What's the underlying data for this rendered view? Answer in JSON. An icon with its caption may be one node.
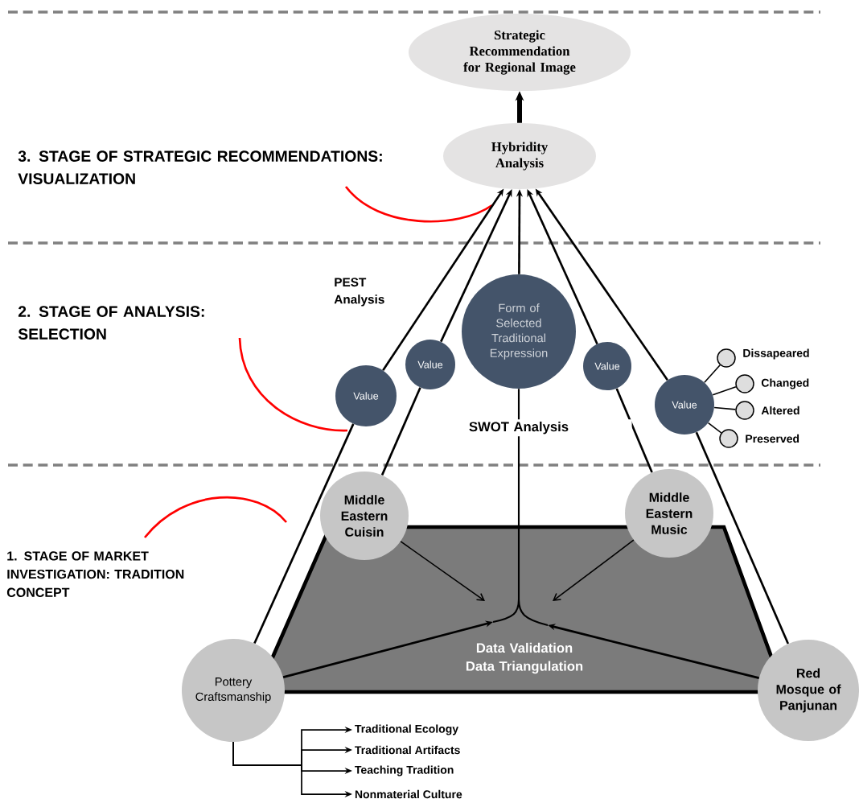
{
  "diagram": {
    "nodes": [
      {
        "text": [
          "Strategic Recommendation for Regional Image"
        ]
      },
      {
        "text": [
          "Hybridity Analysis"
        ]
      },
      {
        "text": [
          "Form of Selected Traditional Expression"
        ]
      },
      {
        "text": [
          "Value"
        ]
      },
      {
        "text": [
          "Value"
        ]
      },
      {
        "text": [
          "Value"
        ]
      },
      {
        "text": [
          "Value"
        ]
      },
      {
        "text": [],
        "shape": "circle",
        "beside": [
          "Dissapeared"
        ]
      },
      {
        "text": [],
        "shape": "circle",
        "beside": [
          "Changed"
        ]
      },
      {
        "text": [],
        "shape": "circle",
        "beside": [
          "Altered"
        ]
      },
      {
        "text": [],
        "shape": "circle",
        "beside": [
          "Preserved"
        ]
      },
      {
        "text": [
          "Data Validation Data Triangulation"
        ]
      },
      {
        "text": [
          "Middle Eastern Cuisin"
        ]
      },
      {
        "text": [
          "Middle Eastern Music"
        ]
      },
      {
        "text": [
          "Pottery Craftsmanship"
        ]
      },
      {
        "text": [
          "Red Mosque of Panjunan"
        ]
      },
      {
        "text": [
          "Traditional Ecology"
        ]
      },
      {
        "text": [
          "Traditional Artifacts"
        ]
      },
      {
        "text": [
          "Teaching Tradition"
        ]
      },
      {
        "text": [
          "Nonmaterial Culture"
        ]
      }
    ],
    "edges": [
      {
        "from": 1,
        "to": 0,
        "arrow": "to",
        "style": "thick"
      },
      {
        "from": 14,
        "to": 3,
        "arrow": "none"
      },
      {
        "from": 3,
        "to": 1,
        "arrow": "to"
      },
      {
        "from": 12,
        "to": 4,
        "arrow": "none"
      },
      {
        "from": 4,
        "to": 1,
        "arrow": "to"
      },
      {
        "from": 2,
        "to": 1,
        "arrow": "to"
      },
      {
        "from": 13,
        "to": 5,
        "arrow": "none"
      },
      {
        "from": 5,
        "to": 1,
        "arrow": "to"
      },
      {
        "from": 15,
        "to": 6,
        "arrow": "none"
      },
      {
        "from": 6,
        "to": 1,
        "arrow": "to"
      },
      {
        "from": 11,
        "to": 2,
        "arrow": "none"
      },
      {
        "from": 12,
        "to": 11,
        "arrow": "to"
      },
      {
        "from": 13,
        "to": 11,
        "arrow": "to"
      },
      {
        "from": 14,
        "to": 11,
        "arrow": "to"
      },
      {
        "from": 15,
        "to": 11,
        "arrow": "to"
      },
      {
        "from": 6,
        "to": 7,
        "arrow": "none"
      },
      {
        "from": 6,
        "to": 8,
        "arrow": "none"
      },
      {
        "from": 6,
        "to": 9,
        "arrow": "none"
      },
      {
        "from": 6,
        "to": 10,
        "arrow": "none"
      },
      {
        "from": 14,
        "to": 16,
        "arrow": "to"
      },
      {
        "from": 14,
        "to": 17,
        "arrow": "to"
      },
      {
        "from": 14,
        "to": 18,
        "arrow": "to"
      },
      {
        "from": 14,
        "to": 19,
        "arrow": "to"
      }
    ],
    "labels": [
      "3. STAGE OF STRATEGIC RECOMMENDATIONS: VISUALIZATION",
      "2. STAGE OF ANALYSIS: SELECTION",
      "1. STAGE OF MARKET INVESTIGATION: TRADITION CONCEPT",
      "PEST Analysis",
      "SWOT Analysis"
    ]
  }
}
